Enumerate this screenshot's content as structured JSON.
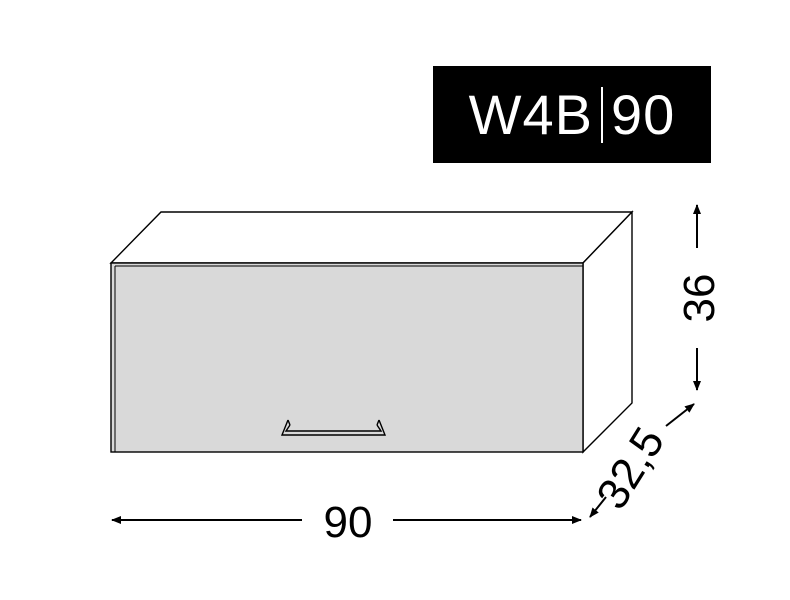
{
  "product": {
    "code": "W4B",
    "width_label": "90"
  },
  "dimensions": {
    "width": "90",
    "height": "36",
    "depth": "32,5"
  },
  "colors": {
    "badge_background": "#000000",
    "badge_text": "#ffffff",
    "front_panel": "#d9d9d9",
    "carcass": "#ffffff",
    "line": "#000000"
  }
}
